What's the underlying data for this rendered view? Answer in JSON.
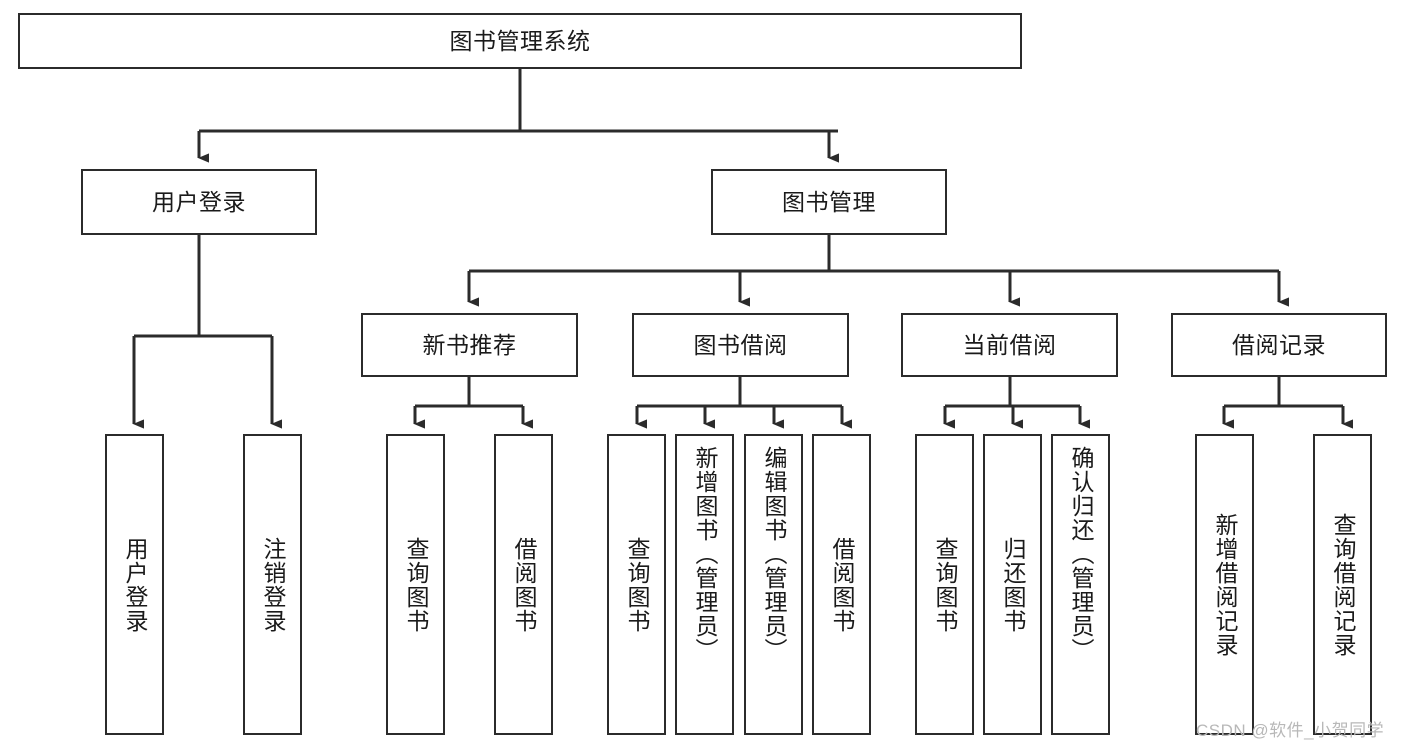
{
  "diagram": {
    "title": "图书管理系统",
    "type": "tree-hierarchy-diagram",
    "style": {
      "stroke": "#2b2b2b",
      "fill": "#ffffff",
      "text": "#1a1a1a",
      "watermark_color": "#b8b8b8"
    },
    "root": {
      "label": "图书管理系统"
    },
    "level2": [
      {
        "label": "用户登录"
      },
      {
        "label": "图书管理"
      }
    ],
    "level3": [
      {
        "label": "新书推荐"
      },
      {
        "label": "图书借阅"
      },
      {
        "label": "当前借阅"
      },
      {
        "label": "借阅记录"
      }
    ],
    "leaves": {
      "user_login": [
        {
          "label": "用户登录"
        },
        {
          "label": "注销登录"
        }
      ],
      "new_book_recommend": [
        {
          "label": "查询图书"
        },
        {
          "label": "借阅图书"
        }
      ],
      "book_borrow": [
        {
          "label": "查询图书"
        },
        {
          "label": "新增图书（管理员）"
        },
        {
          "label": "编辑图书（管理员）"
        },
        {
          "label": "借阅图书"
        }
      ],
      "current_borrow": [
        {
          "label": "查询图书"
        },
        {
          "label": "归还图书"
        },
        {
          "label": "确认归还（管理员）"
        }
      ],
      "borrow_records": [
        {
          "label": "新增借阅记录"
        },
        {
          "label": "查询借阅记录"
        }
      ]
    }
  },
  "watermark": {
    "text": "CSDN @软件_小贺同学"
  }
}
